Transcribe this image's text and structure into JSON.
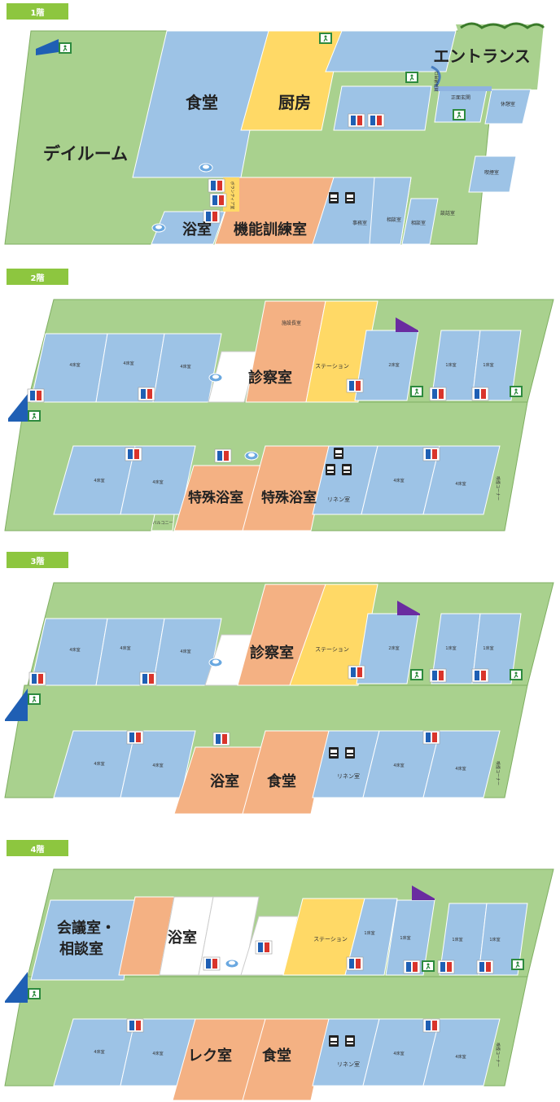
{
  "floor1": {
    "label": "1階",
    "rooms": {
      "dayroom": "デイルーム",
      "dining": "食堂",
      "kitchen": "厨房",
      "entrance": "エントランス",
      "bath": "浴室",
      "training": "機能訓練室",
      "volunteer": "ボランティア室",
      "office": "事務室",
      "consult1": "相談室",
      "consult2": "相談室",
      "talk": "談話室",
      "lounge": "休憩室",
      "smoking": "喫煙室",
      "front": "正面玄関",
      "staff_entrance": "職員通用口"
    }
  },
  "floor2": {
    "label": "2階",
    "rooms": {
      "director": "施設長室",
      "exam": "診察室",
      "station": "ステーション",
      "r4a": "4床室",
      "r4b": "4床室",
      "r4c": "4床室",
      "r2": "2床室",
      "r1a": "1床室",
      "r1b": "1床室",
      "b4a": "4床室",
      "b4b": "4床室",
      "special1": "特殊浴室",
      "special2": "特殊浴室",
      "linen": "リネン室",
      "b4c": "4床室",
      "b4d": "4床室",
      "balcony": "バルコニー",
      "corner": "喫煙コーナー"
    }
  },
  "floor3": {
    "label": "3階",
    "rooms": {
      "exam": "診察室",
      "station": "ステーション",
      "r4a": "4床室",
      "r4b": "4床室",
      "r4c": "4床室",
      "r2": "2床室",
      "r1a": "1床室",
      "r1b": "1床室",
      "b4a": "4床室",
      "b4b": "4床室",
      "bath": "浴室",
      "dining": "食堂",
      "linen": "リネン室",
      "b4c": "4床室",
      "b4d": "4床室",
      "corner": "喫煙コーナー"
    }
  },
  "floor4": {
    "label": "4階",
    "rooms": {
      "meeting1": "会議室・",
      "meeting2": "相談室",
      "bath": "浴室",
      "station": "ステーション",
      "r1a": "1床室",
      "r1b": "1床室",
      "r1c": "1床室",
      "r1d": "1床室",
      "b4a": "4床室",
      "b4b": "4床室",
      "rec": "レク室",
      "dining": "食堂",
      "linen": "リネン室",
      "b4c": "4床室",
      "b4d": "4床室",
      "corner": "喫煙コーナー"
    }
  },
  "colors": {
    "green": "#a9d18e",
    "blue": "#9dc3e6",
    "orange": "#f4b183",
    "yellow": "#ffd966",
    "tag": "#8dc63f",
    "stairs_blue": "#1f5fb4",
    "stairs_purple": "#6a2ca0"
  }
}
